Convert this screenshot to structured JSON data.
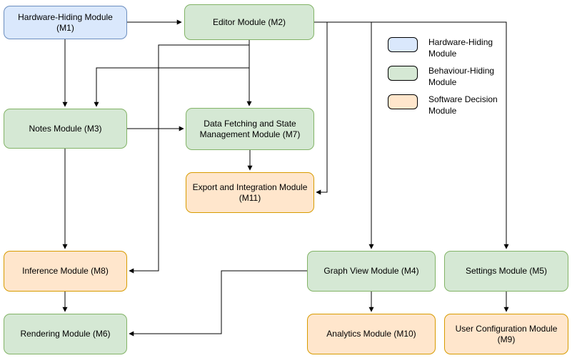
{
  "diagram": {
    "nodes": [
      {
        "id": "M1",
        "label": "Hardware-Hiding Module (M1)",
        "type": "hardware-hiding"
      },
      {
        "id": "M2",
        "label": "Editor Module (M2)",
        "type": "behaviour-hiding"
      },
      {
        "id": "M3",
        "label": "Notes Module (M3)",
        "type": "behaviour-hiding"
      },
      {
        "id": "M7",
        "label": "Data Fetching and State Management Module (M7)",
        "type": "behaviour-hiding"
      },
      {
        "id": "M11",
        "label": "Export and Integration Module (M11)",
        "type": "software-decision"
      },
      {
        "id": "M8",
        "label": "Inference Module (M8)",
        "type": "software-decision"
      },
      {
        "id": "M6",
        "label": "Rendering Module (M6)",
        "type": "behaviour-hiding"
      },
      {
        "id": "M4",
        "label": "Graph View Module (M4)",
        "type": "behaviour-hiding"
      },
      {
        "id": "M5",
        "label": "Settings Module (M5)",
        "type": "behaviour-hiding"
      },
      {
        "id": "M10",
        "label": "Analytics Module (M10)",
        "type": "software-decision"
      },
      {
        "id": "M9",
        "label": "User Configuration Module (M9)",
        "type": "software-decision"
      }
    ],
    "edges": [
      {
        "from": "M1",
        "to": "M2"
      },
      {
        "from": "M1",
        "to": "M3"
      },
      {
        "from": "M2",
        "to": "M3"
      },
      {
        "from": "M2",
        "to": "M7"
      },
      {
        "from": "M3",
        "to": "M7"
      },
      {
        "from": "M7",
        "to": "M11"
      },
      {
        "from": "M2",
        "to": "M11"
      },
      {
        "from": "M2",
        "to": "M4"
      },
      {
        "from": "M2",
        "to": "M5"
      },
      {
        "from": "M3",
        "to": "M8"
      },
      {
        "from": "M2",
        "to": "M8"
      },
      {
        "from": "M4",
        "to": "M6"
      },
      {
        "from": "M4",
        "to": "M10"
      },
      {
        "from": "M5",
        "to": "M9"
      },
      {
        "from": "M8",
        "to": "M6"
      }
    ],
    "node_types": {
      "hardware-hiding": {
        "fill": "#dae8fc",
        "stroke": "#6c8ebf"
      },
      "behaviour-hiding": {
        "fill": "#d5e8d4",
        "stroke": "#82b366"
      },
      "software-decision": {
        "fill": "#ffe6cc",
        "stroke": "#d79b00"
      }
    },
    "legend": {
      "items": [
        {
          "label": "Hardware-Hiding Module",
          "fill": "#dae8fc",
          "stroke": "#6c8ebf"
        },
        {
          "label": "Behaviour-Hiding Module",
          "fill": "#d5e8d4",
          "stroke": "#82b366"
        },
        {
          "label": "Software Decision Module",
          "fill": "#ffe6cc",
          "stroke": "#d79b00"
        }
      ]
    }
  }
}
